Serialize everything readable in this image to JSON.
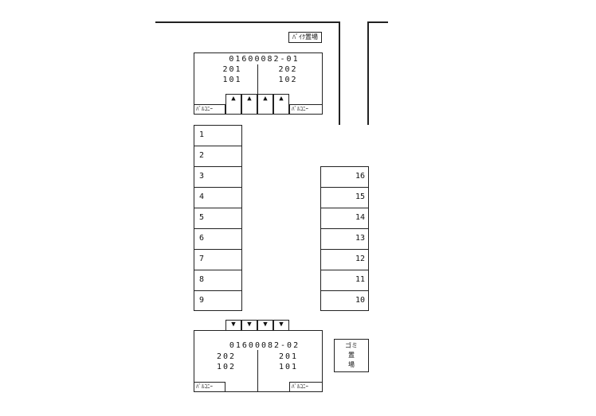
{
  "bike_parking": "ﾊﾞｲｸ置場",
  "building_top": {
    "id": "01600082-01",
    "rooms_right": [
      "202",
      "102"
    ],
    "rooms_left": [
      "201",
      "101"
    ],
    "balcony_left": "ﾊﾞﾙｺﾆｰ",
    "balcony_right": "ﾊﾞﾙｺﾆｰ",
    "entrance_marks": [
      "▲",
      "▲",
      "▲",
      "▲"
    ]
  },
  "building_bottom": {
    "id": "01600082-02",
    "rooms_left": [
      "202",
      "102"
    ],
    "rooms_right": [
      "201",
      "101"
    ],
    "balcony_left": "ﾊﾞﾙｺﾆｰ",
    "balcony_right": "ﾊﾞﾙｺﾆｰ",
    "entrance_marks": [
      "▼",
      "▼",
      "▼",
      "▼"
    ]
  },
  "garbage": [
    "ゴ",
    "ミ",
    "置",
    "場"
  ],
  "garbage_lines": [
    "ゴミ",
    "置",
    "場"
  ],
  "parking_left": [
    "1",
    "2",
    "3",
    "4",
    "5",
    "6",
    "7",
    "8",
    "9"
  ],
  "parking_right": [
    "16",
    "15",
    "14",
    "13",
    "12",
    "11",
    "10"
  ]
}
